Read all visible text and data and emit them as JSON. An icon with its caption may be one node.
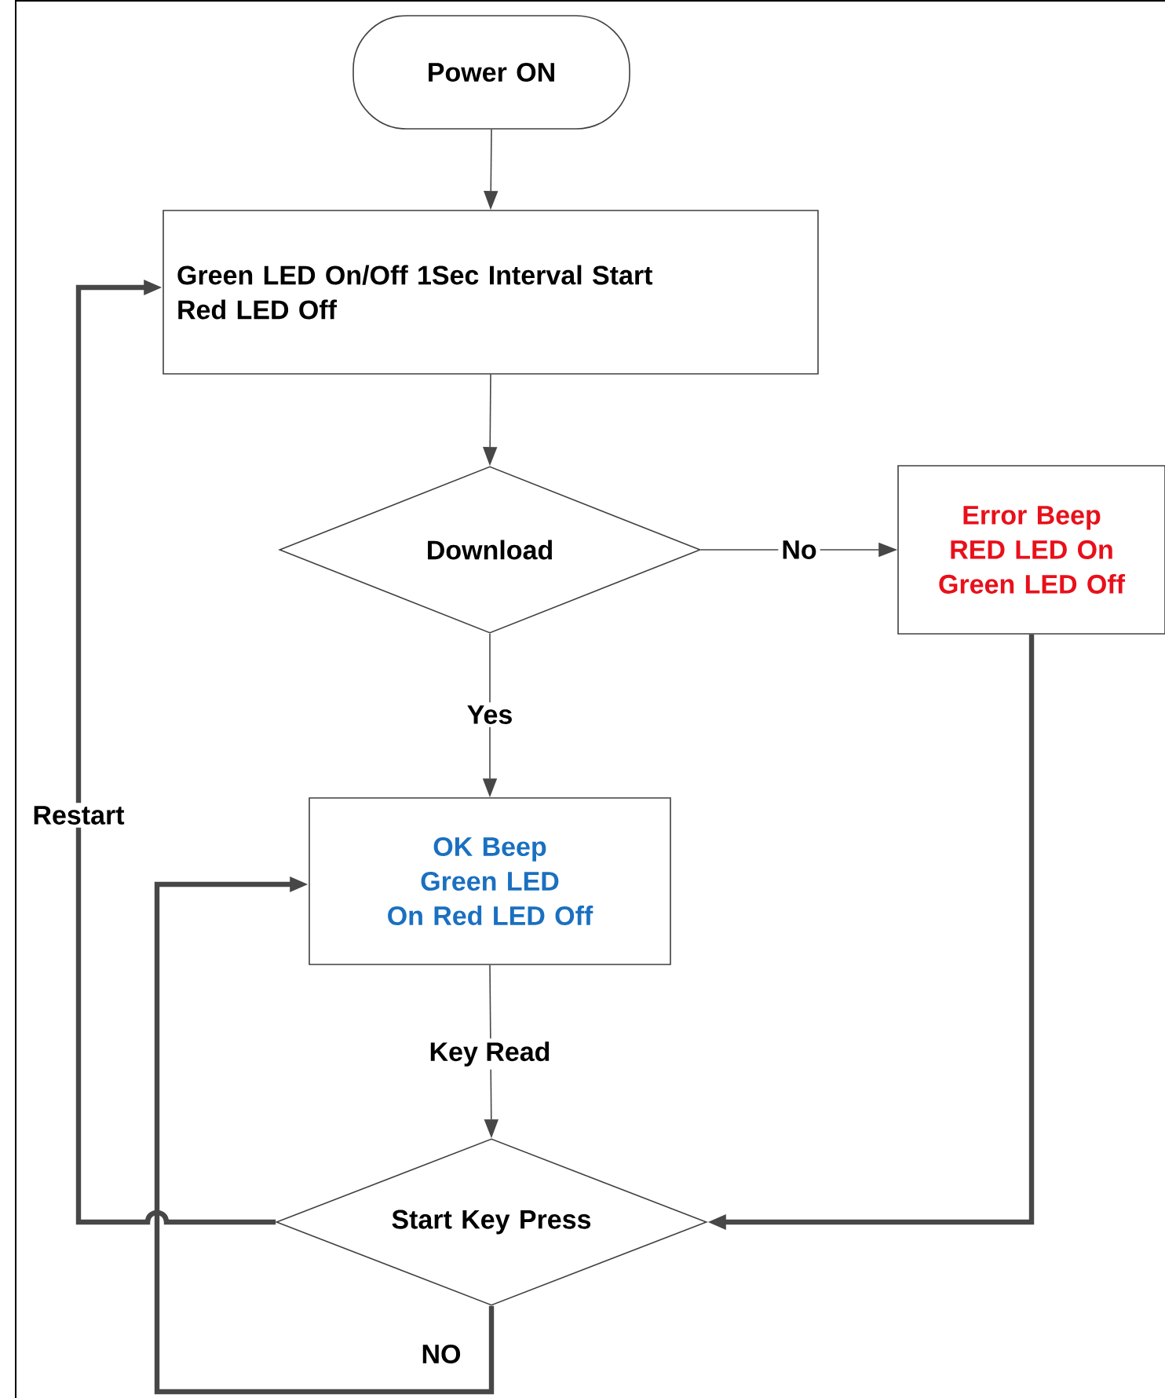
{
  "diagram": {
    "nodes": [
      {
        "text": [
          "Power ON"
        ]
      },
      {
        "text": [
          "Green LED On/Off  1Sec Interval  Start",
          "Red LED Off"
        ]
      },
      {
        "text": [
          "Download"
        ]
      },
      {
        "text": [
          "Error Beep RED LED On Green LED Off"
        ]
      },
      {
        "text": [
          "OK Beep Green LED On Red LED Off"
        ]
      },
      {
        "text": [
          "Start Key Press"
        ]
      }
    ],
    "edges": [
      {
        "from": 0,
        "to": 1,
        "arrow": "to"
      },
      {
        "from": 1,
        "to": 2,
        "arrow": "to"
      },
      {
        "from": 2,
        "to": 3,
        "arrow": "to",
        "label": "No"
      },
      {
        "from": 2,
        "to": 4,
        "arrow": "to",
        "label": "Yes"
      },
      {
        "from": 4,
        "to": 5,
        "arrow": "to",
        "label": "Key Read"
      },
      {
        "from": 3,
        "to": 5,
        "arrow": "to",
        "style": "thick"
      },
      {
        "from": 5,
        "to": 1,
        "arrow": "to",
        "label": "Restart",
        "style": "thick"
      },
      {
        "from": 5,
        "to": 4,
        "arrow": "to",
        "label": "NO",
        "style": "thick"
      }
    ]
  }
}
